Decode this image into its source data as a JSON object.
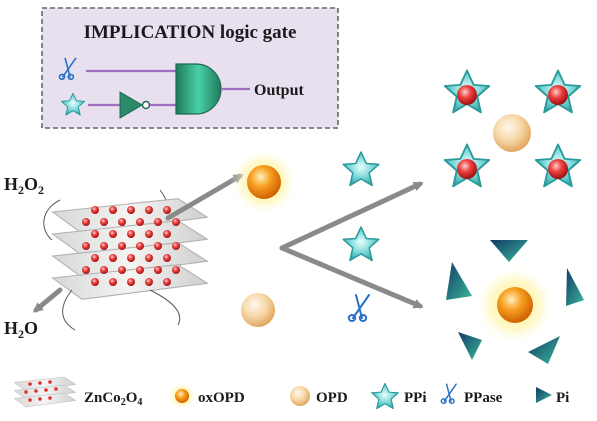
{
  "gate_box": {
    "title": "IMPLICATION logic gate",
    "output_label": "Output",
    "fill": "#e8e0ef",
    "stroke": "#777777",
    "wire_color": "#a070c0",
    "gate_color": "#2a8a6a"
  },
  "labels": {
    "h2o2_main": "H",
    "h2o2_sub1": "2",
    "h2o2_o": "O",
    "h2o2_sub2": "2",
    "h2o_main": "H",
    "h2o_sub": "2",
    "h2o_o": "O"
  },
  "legend": {
    "zncoo_zn": "ZnCo",
    "zncoo_sub1": "2",
    "zncoo_o": "O",
    "zncoo_sub2": "4",
    "oxopd": "oxOPD",
    "opd": "OPD",
    "ppi": "PPi",
    "ppase": "PPase",
    "pi": "Pi"
  },
  "colors": {
    "arrow": "#8a8a8a",
    "star": "#5ec8c8",
    "star_dark": "#2a9a9a",
    "red_bead": "#e03030",
    "oxopd": "#f08a10",
    "opd": "#f2c890",
    "scissors": "#2a70c8",
    "pi_dark": "#1a4a7a",
    "pi_light": "#3ab09a"
  },
  "icons": [
    "scissors-icon",
    "star-icon",
    "and-gate-icon",
    "not-gate-icon",
    "triangle-icon"
  ]
}
